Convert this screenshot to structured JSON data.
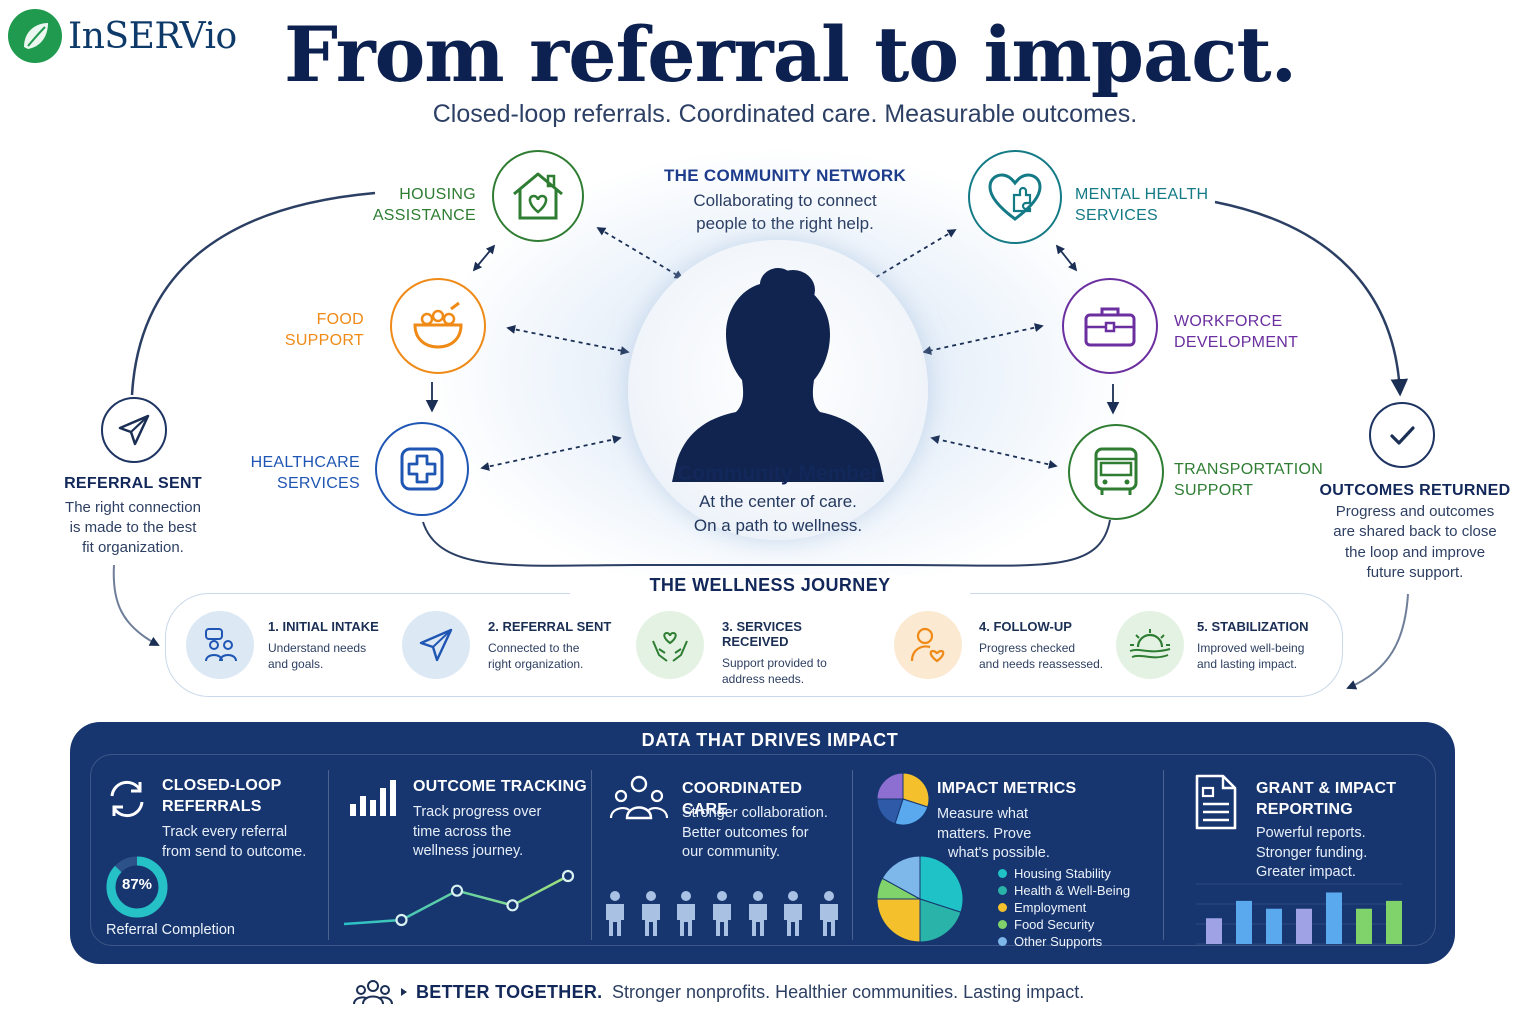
{
  "brand": {
    "name": "InSERVio"
  },
  "header": {
    "title": "From referral to impact.",
    "subtitle": "Closed-loop referrals. Coordinated care. Measurable outcomes."
  },
  "network": {
    "heading": "THE COMMUNITY NETWORK",
    "lines": [
      "Collaborating to connect",
      "people to the right help."
    ]
  },
  "member": {
    "title": "Community Member",
    "lines": [
      "At the center of care.",
      "On a path to wellness."
    ]
  },
  "services": [
    {
      "key": "housing",
      "lines": [
        "HOUSING",
        "ASSISTANCE"
      ],
      "color": "#2e7d32",
      "icon": "house-heart-icon"
    },
    {
      "key": "food",
      "lines": [
        "FOOD",
        "SUPPORT"
      ],
      "color": "#ef8a17",
      "icon": "food-bowl-icon"
    },
    {
      "key": "healthcare",
      "lines": [
        "HEALTHCARE",
        "SERVICES"
      ],
      "color": "#1f56b3",
      "icon": "medical-cross-icon"
    },
    {
      "key": "mental",
      "lines": [
        "MENTAL HEALTH",
        "SERVICES"
      ],
      "color": "#137a86",
      "icon": "heart-puzzle-icon"
    },
    {
      "key": "workforce",
      "lines": [
        "WORKFORCE",
        "DEVELOPMENT"
      ],
      "color": "#6b2fa0",
      "icon": "briefcase-icon"
    },
    {
      "key": "transport",
      "lines": [
        "TRANSPORTATION",
        "SUPPORT"
      ],
      "color": "#2e7d32",
      "icon": "bus-icon"
    }
  ],
  "referral": {
    "title": "REFERRAL SENT",
    "lines": [
      "The right connection",
      "is made to the best",
      "fit organization."
    ]
  },
  "outcomes": {
    "title": "OUTCOMES RETURNED",
    "lines": [
      "Progress and outcomes",
      "are shared back to close",
      "the loop and improve",
      "future support."
    ]
  },
  "journey": {
    "title": "THE WELLNESS JOURNEY",
    "steps": [
      {
        "num": "1.",
        "title": "INITIAL INTAKE",
        "lines": [
          "Understand needs",
          "and goals."
        ],
        "icon": "intake-people-icon"
      },
      {
        "num": "2.",
        "title": "REFERRAL SENT",
        "lines": [
          "Connected to the",
          "right organization."
        ],
        "icon": "paper-plane-icon"
      },
      {
        "num": "3.",
        "title": "SERVICES RECEIVED",
        "lines": [
          "Support provided to",
          "address needs."
        ],
        "icon": "hands-heart-icon"
      },
      {
        "num": "4.",
        "title": "FOLLOW-UP",
        "lines": [
          "Progress checked",
          "and needs reassessed."
        ],
        "icon": "person-heart-icon"
      },
      {
        "num": "5.",
        "title": "STABILIZATION",
        "lines": [
          "Improved well-being",
          "and lasting impact."
        ],
        "icon": "sunrise-icon"
      }
    ]
  },
  "data_panel": {
    "title": "DATA THAT DRIVES IMPACT",
    "closed_loop": {
      "title_lines": [
        "CLOSED-LOOP",
        "REFERRALS"
      ],
      "lines": [
        "Track every referral",
        "from send to outcome."
      ],
      "completion_percent": 87,
      "completion_label": "87%",
      "completion_caption": "Referral Completion"
    },
    "outcome_tracking": {
      "title": "OUTCOME TRACKING",
      "lines": [
        "Track progress over",
        "time across the",
        "wellness journey."
      ],
      "trend": [
        2,
        1,
        3,
        2,
        4
      ]
    },
    "coordinated_care": {
      "title": "COORDINATED CARE",
      "lines": [
        "Stronger collaboration.",
        "Better outcomes for",
        "our community."
      ],
      "people_count": 7
    },
    "impact_metrics": {
      "title": "IMPACT METRICS",
      "lines": [
        "Measure what",
        "matters. Prove",
        "what's possible."
      ],
      "legend": [
        {
          "label": "Housing Stability",
          "color": "#1fc3c7",
          "share": 30
        },
        {
          "label": "Health & Well-Being",
          "color": "#2ab3a8",
          "share": 20
        },
        {
          "label": "Employment",
          "color": "#f4c02b",
          "share": 25
        },
        {
          "label": "Food Security",
          "color": "#7fd36a",
          "share": 8
        },
        {
          "label": "Other Supports",
          "color": "#7eb7ea",
          "share": 17
        }
      ]
    },
    "grant_reporting": {
      "title_lines": [
        "GRANT & IMPACT",
        "REPORTING"
      ],
      "lines": [
        "Powerful reports.",
        "Stronger funding.",
        "Greater impact."
      ],
      "bars": [
        {
          "value": 46,
          "color": "#9fa3e6"
        },
        {
          "value": 77,
          "color": "#5aa9ee"
        },
        {
          "value": 63,
          "color": "#5aa9ee"
        },
        {
          "value": 63,
          "color": "#9fa3e6"
        },
        {
          "value": 92,
          "color": "#5aa9ee"
        },
        {
          "value": 63,
          "color": "#7fd36a"
        },
        {
          "value": 77,
          "color": "#7fd36a"
        }
      ]
    }
  },
  "footer": {
    "bold": "BETTER TOGETHER.",
    "rest": "Stronger nonprofits. Healthier communities. Lasting impact."
  }
}
